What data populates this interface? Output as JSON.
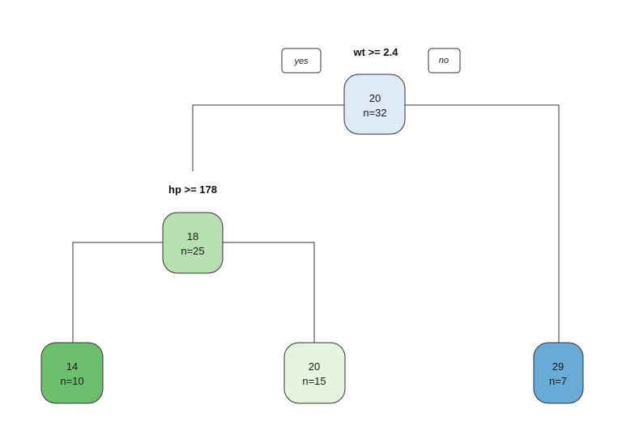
{
  "root": {
    "split": "wt >= 2.4",
    "yes_label": "yes",
    "no_label": "no",
    "value": "20",
    "count": "n=32",
    "fill": "#deeaf6"
  },
  "left": {
    "split": "hp >= 178",
    "value": "18",
    "count": "n=25",
    "fill": "#b7e0b0"
  },
  "leaves": {
    "left_left": {
      "value": "14",
      "count": "n=10",
      "fill": "#6cbf6c"
    },
    "left_right": {
      "value": "20",
      "count": "n=15",
      "fill": "#e6f5e0"
    },
    "right": {
      "value": "29",
      "count": "n=7",
      "fill": "#6aaad6"
    }
  }
}
